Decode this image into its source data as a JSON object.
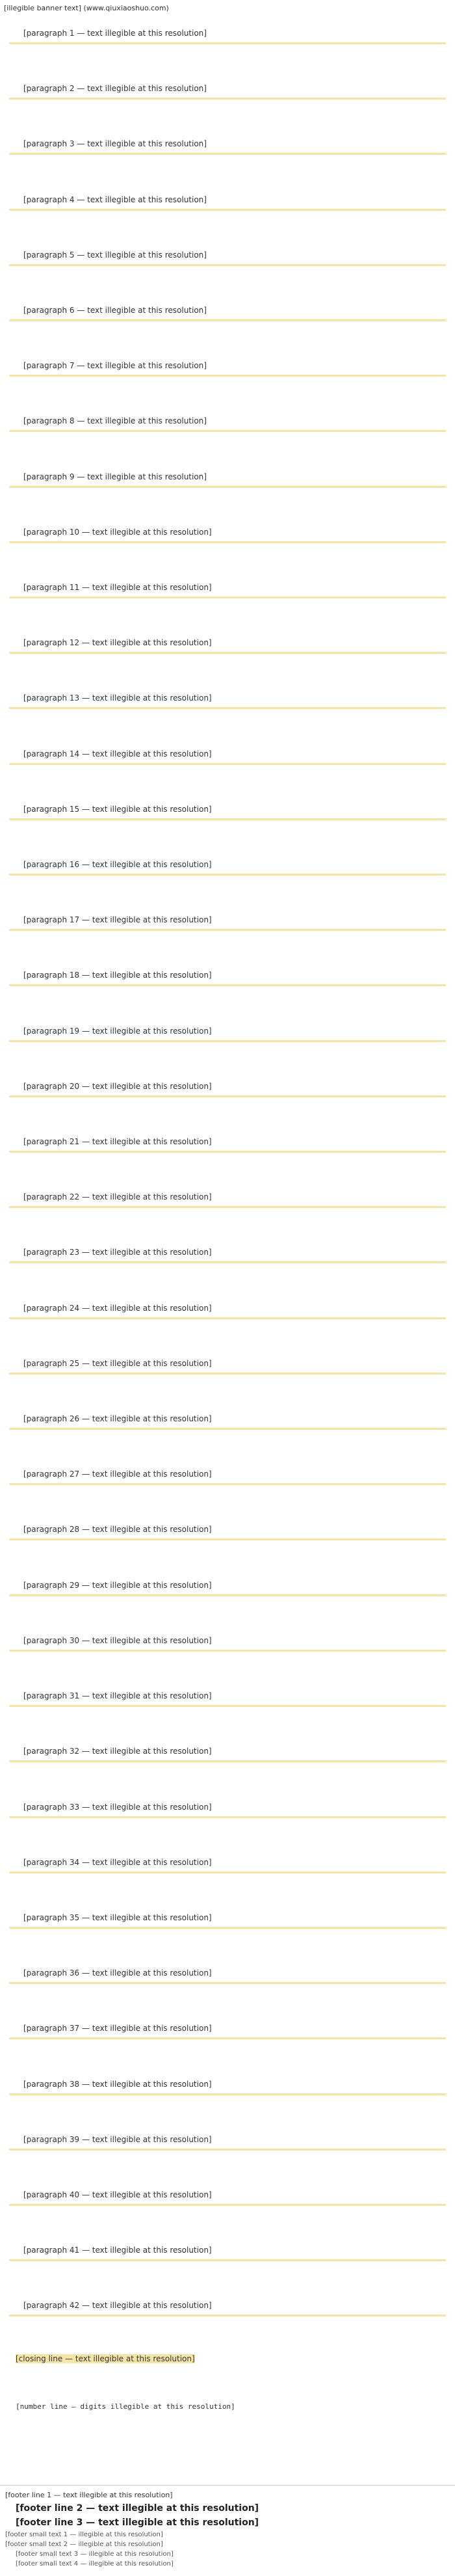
{
  "banner": {
    "text": "[illegible banner text]",
    "url": "(www.qiuxiaoshuo.com)"
  },
  "article": {
    "paragraphs": [
      "[paragraph 1 — text illegible at this resolution]",
      "[paragraph 2 — text illegible at this resolution]",
      "[paragraph 3 — text illegible at this resolution]",
      "[paragraph 4 — text illegible at this resolution]",
      "[paragraph 5 — text illegible at this resolution]",
      "[paragraph 6 — text illegible at this resolution]",
      "[paragraph 7 — text illegible at this resolution]",
      "[paragraph 8 — text illegible at this resolution]",
      "[paragraph 9 — text illegible at this resolution]",
      "[paragraph 10 — text illegible at this resolution]",
      "[paragraph 11 — text illegible at this resolution]",
      "[paragraph 12 — text illegible at this resolution]",
      "[paragraph 13 — text illegible at this resolution]",
      "[paragraph 14 — text illegible at this resolution]",
      "[paragraph 15 — text illegible at this resolution]",
      "[paragraph 16 — text illegible at this resolution]",
      "[paragraph 17 — text illegible at this resolution]",
      "[paragraph 18 — text illegible at this resolution]",
      "[paragraph 19 — text illegible at this resolution]",
      "[paragraph 20 — text illegible at this resolution]",
      "[paragraph 21 — text illegible at this resolution]",
      "[paragraph 22 — text illegible at this resolution]",
      "[paragraph 23 — text illegible at this resolution]",
      "[paragraph 24 — text illegible at this resolution]",
      "[paragraph 25 — text illegible at this resolution]",
      "[paragraph 26 — text illegible at this resolution]",
      "[paragraph 27 — text illegible at this resolution]",
      "[paragraph 28 — text illegible at this resolution]",
      "[paragraph 29 — text illegible at this resolution]",
      "[paragraph 30 — text illegible at this resolution]",
      "[paragraph 31 — text illegible at this resolution]",
      "[paragraph 32 — text illegible at this resolution]",
      "[paragraph 33 — text illegible at this resolution]",
      "[paragraph 34 — text illegible at this resolution]",
      "[paragraph 35 — text illegible at this resolution]",
      "[paragraph 36 — text illegible at this resolution]",
      "[paragraph 37 — text illegible at this resolution]",
      "[paragraph 38 — text illegible at this resolution]",
      "[paragraph 39 — text illegible at this resolution]",
      "[paragraph 40 — text illegible at this resolution]",
      "[paragraph 41 — text illegible at this resolution]",
      "[paragraph 42 — text illegible at this resolution]"
    ],
    "closing": "[closing line — text illegible at this resolution]",
    "number_line": "[number line — digits illegible at this resolution]"
  },
  "footer": {
    "line1": "[footer line 1 — text illegible at this resolution]",
    "line2": "[footer line 2 — text illegible at this resolution]",
    "line3": "[footer line 3 — text illegible at this resolution]",
    "small1": "[footer small text 1 — illegible at this resolution]",
    "small2": "[footer small text 2 — illegible at this resolution]",
    "small3": "[footer small text 3 — illegible at this resolution]",
    "small4": "[footer small text 4 — illegible at this resolution]"
  },
  "colors": {
    "highlight": "#f5e6a8",
    "text": "#333333"
  }
}
